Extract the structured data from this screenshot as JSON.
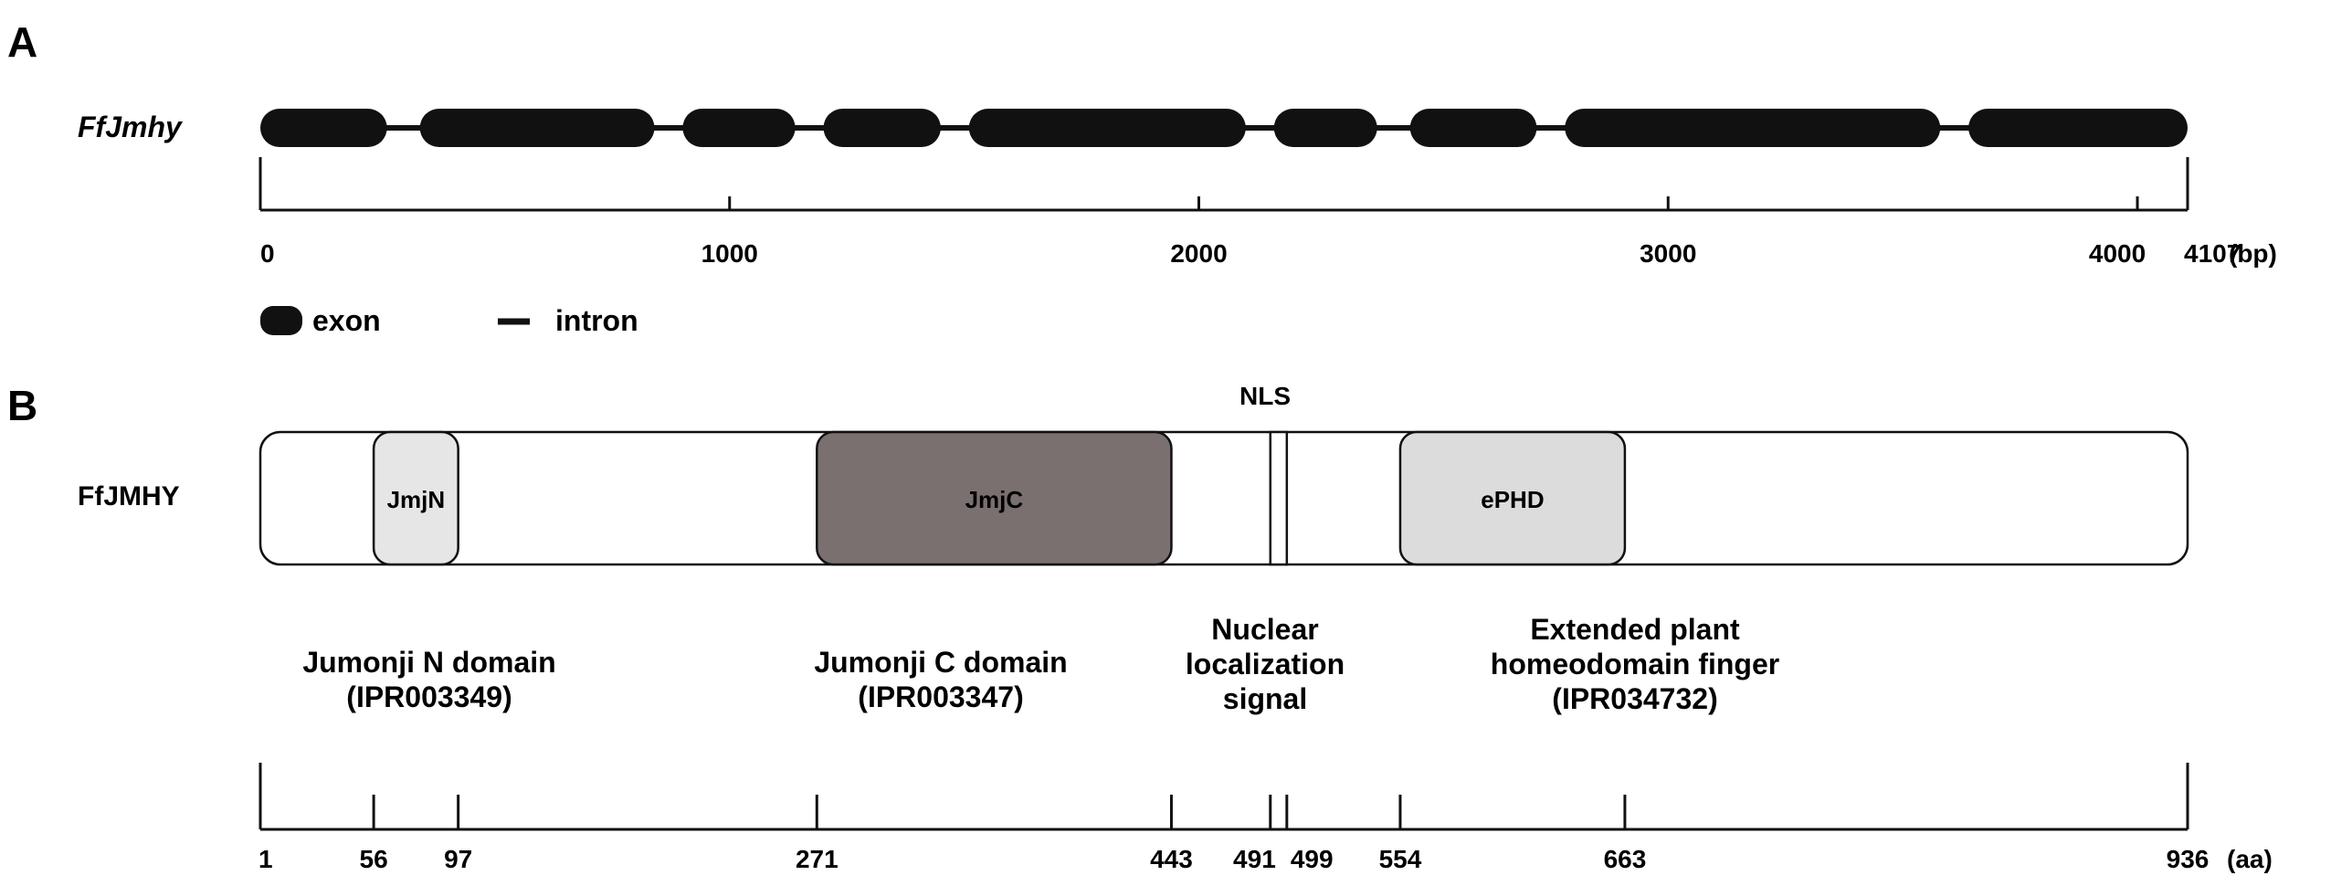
{
  "panel_a": {
    "label": "A",
    "gene_name": "FfJmhy",
    "gene_length": 4107,
    "exons": [
      [
        0,
        270
      ],
      [
        340,
        840
      ],
      [
        900,
        1140
      ],
      [
        1200,
        1450
      ],
      [
        1510,
        2100
      ],
      [
        2160,
        2380
      ],
      [
        2450,
        2720
      ],
      [
        2780,
        3580
      ],
      [
        3640,
        4107
      ]
    ],
    "axis": {
      "ticks": [
        0,
        1000,
        2000,
        3000,
        4000,
        4107
      ],
      "tick_labels": [
        "0",
        "1000",
        "2000",
        "3000",
        "4000",
        "4107"
      ],
      "unit": "(bp)"
    },
    "legend": {
      "exon": "exon",
      "intron": "intron"
    }
  },
  "panel_b": {
    "label": "B",
    "protein_name": "FfJMHY",
    "protein_length": 936,
    "nls_label": "NLS",
    "domains": [
      {
        "label": "JmjN",
        "start": 56,
        "end": 97,
        "color": "#e6e6e6"
      },
      {
        "label": "JmjC",
        "start": 271,
        "end": 443,
        "color": "#7a7070"
      },
      {
        "label": "ePHD",
        "start": 554,
        "end": 663,
        "color": "#dcdcdc"
      }
    ],
    "nls": {
      "start": 491,
      "end": 499
    },
    "descriptions": [
      {
        "lines": [
          "Jumonji N domain",
          "(IPR003349)"
        ]
      },
      {
        "lines": [
          "Jumonji C domain",
          "(IPR003347)"
        ]
      },
      {
        "lines": [
          "Nuclear",
          "localization",
          "signal"
        ]
      },
      {
        "lines": [
          "Extended plant",
          "homeodomain finger",
          "(IPR034732)"
        ]
      }
    ],
    "axis": {
      "ticks": [
        1,
        56,
        97,
        271,
        443,
        491,
        499,
        554,
        663,
        936
      ],
      "tick_labels": [
        "1",
        "56",
        "97",
        "271",
        "443",
        "491",
        "499",
        "554",
        "663",
        "936"
      ],
      "unit": "(aa)"
    }
  }
}
